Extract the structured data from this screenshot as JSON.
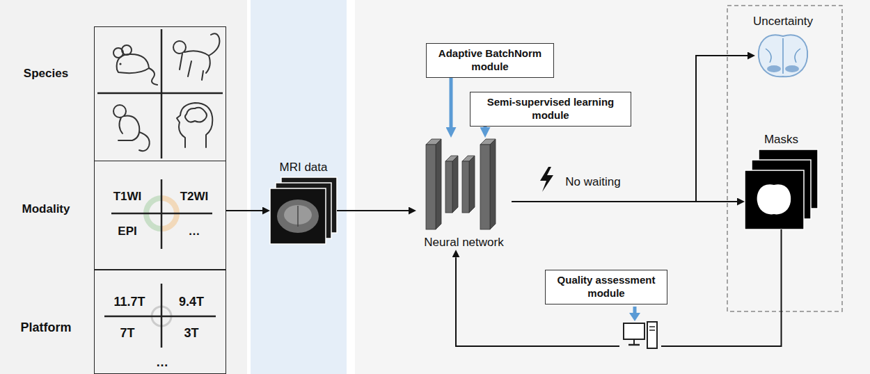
{
  "diagram": {
    "nodes": [
      {
        "text": [
          "Species"
        ]
      },
      {
        "text": [
          "Modality",
          "T1WI",
          "T2WI",
          "EPI",
          "…"
        ]
      },
      {
        "text": [
          "Platform",
          "11.7T",
          "9.4T",
          "7T",
          "3T",
          "…"
        ]
      },
      {
        "text": [
          "MRI data"
        ]
      },
      {
        "text": [
          "Adaptive BatchNorm module"
        ]
      },
      {
        "text": [
          "Semi-supervised learning module"
        ]
      },
      {
        "text": [
          "Neural network"
        ]
      },
      {
        "text": [
          "Uncertainty"
        ]
      },
      {
        "text": [
          "Masks"
        ]
      },
      {
        "text": [
          "Quality assessment module"
        ]
      }
    ],
    "edges": [
      {
        "from": 1,
        "to": 3,
        "arrow": "to"
      },
      {
        "from": 3,
        "to": 6,
        "arrow": "to"
      },
      {
        "from": 4,
        "to": 6,
        "arrow": "to"
      },
      {
        "from": 5,
        "to": 6,
        "arrow": "to"
      },
      {
        "from": 6,
        "to": 8,
        "label": "No waiting",
        "arrow": "to"
      },
      {
        "from": 6,
        "to": 7,
        "arrow": "to"
      },
      {
        "from": 8,
        "to": 6,
        "arrow": "to"
      }
    ]
  }
}
